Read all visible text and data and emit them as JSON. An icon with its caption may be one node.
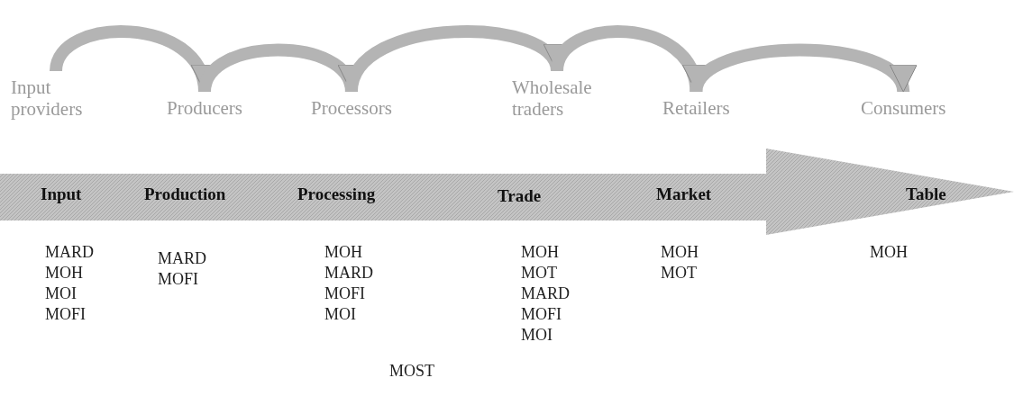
{
  "diagram": {
    "nodes": [
      {
        "text": [
          "Input providers"
        ]
      },
      {
        "text": [
          "Producers"
        ]
      },
      {
        "text": [
          "Processors"
        ]
      },
      {
        "text": [
          "Wholesale traders"
        ]
      },
      {
        "text": [
          "Retailers"
        ]
      },
      {
        "text": [
          "Consumers"
        ]
      },
      {
        "text": [],
        "shape": "arrow"
      },
      {
        "text": [
          "Input"
        ],
        "in": 6
      },
      {
        "text": [
          "Production"
        ],
        "in": 6
      },
      {
        "text": [
          "Processing"
        ],
        "in": 6
      },
      {
        "text": [
          "Trade"
        ],
        "in": 6
      },
      {
        "text": [
          "Market"
        ],
        "in": 6
      },
      {
        "text": [
          "Table"
        ],
        "in": 6
      }
    ],
    "edges": [
      {
        "from": 0,
        "to": 1,
        "arrow": "to"
      },
      {
        "from": 1,
        "to": 2,
        "arrow": "to"
      },
      {
        "from": 2,
        "to": 3,
        "arrow": "to"
      },
      {
        "from": 3,
        "to": 4,
        "arrow": "to"
      },
      {
        "from": 4,
        "to": 5,
        "arrow": "to"
      }
    ],
    "labels": [
      "MARD",
      "MOH",
      "MOI",
      "MOFI",
      "MARD",
      "MOFI",
      "MOH",
      "MARD",
      "MOFI",
      "MOI",
      "MOH",
      "MOT",
      "MARD",
      "MOFI",
      "MOI",
      "MOH",
      "MOT",
      "MOH",
      "MOST"
    ]
  }
}
